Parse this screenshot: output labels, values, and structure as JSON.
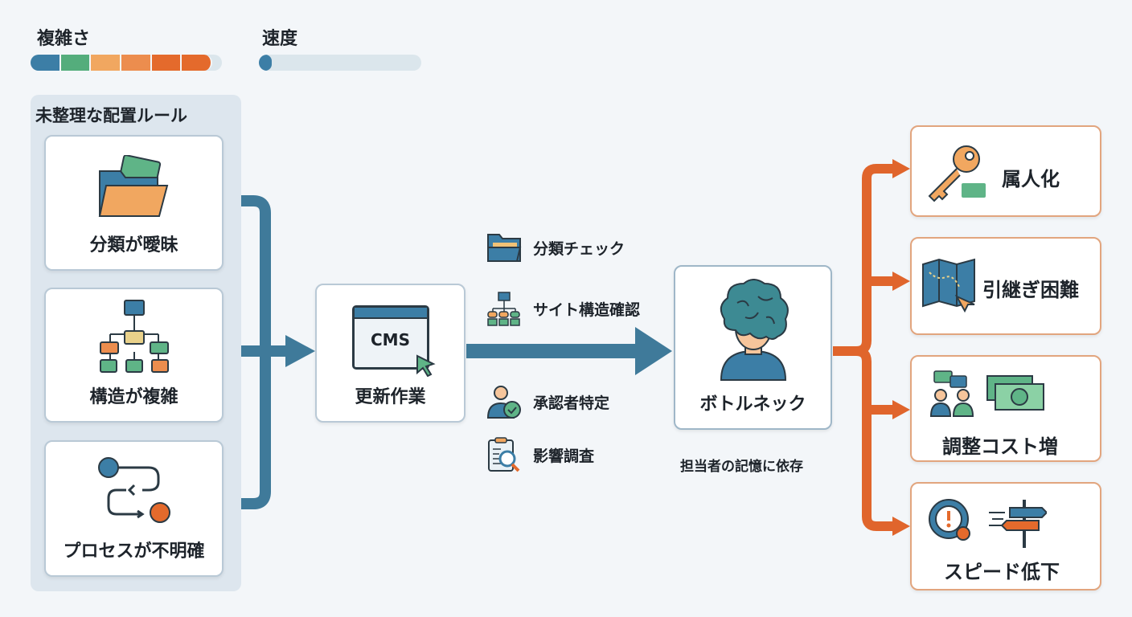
{
  "legend": {
    "complexity": {
      "label": "複雑さ",
      "level": 0.95,
      "colors": [
        "#3c7ea6",
        "#54ad7c",
        "#f1a760",
        "#ec8d4e",
        "#e46a2c",
        "#e46a2c"
      ]
    },
    "speed": {
      "label": "速度",
      "level": 0.05
    }
  },
  "left_panel": {
    "title": "未整理な配置ルール",
    "cards": [
      {
        "label": "分類が曖昧",
        "icon": "folder-icon"
      },
      {
        "label": "構造が複雑",
        "icon": "sitemap-icon"
      },
      {
        "label": "プロセスが不明確",
        "icon": "process-flow-icon"
      }
    ]
  },
  "cms": {
    "icon_text": "CMS",
    "label": "更新作業"
  },
  "tasks": [
    {
      "label": "分類チェック",
      "icon": "folder-icon"
    },
    {
      "label": "サイト構造確認",
      "icon": "sitemap-icon"
    },
    {
      "label": "承認者特定",
      "icon": "approver-icon"
    },
    {
      "label": "影響調査",
      "icon": "clipboard-search-icon"
    }
  ],
  "bottleneck": {
    "label": "ボトルネック",
    "caption": "担当者の記憶に依存"
  },
  "outcomes": [
    {
      "label": "属人化",
      "icon": "key-icon"
    },
    {
      "label": "引継ぎ困難",
      "icon": "map-icon"
    },
    {
      "label": "調整コスト増",
      "icon": "people-money-icon"
    },
    {
      "label": "スピード低下",
      "icon": "warning-signpost-icon"
    }
  ],
  "colors": {
    "blue": "#3f7a9a",
    "orange": "#e0652c"
  }
}
